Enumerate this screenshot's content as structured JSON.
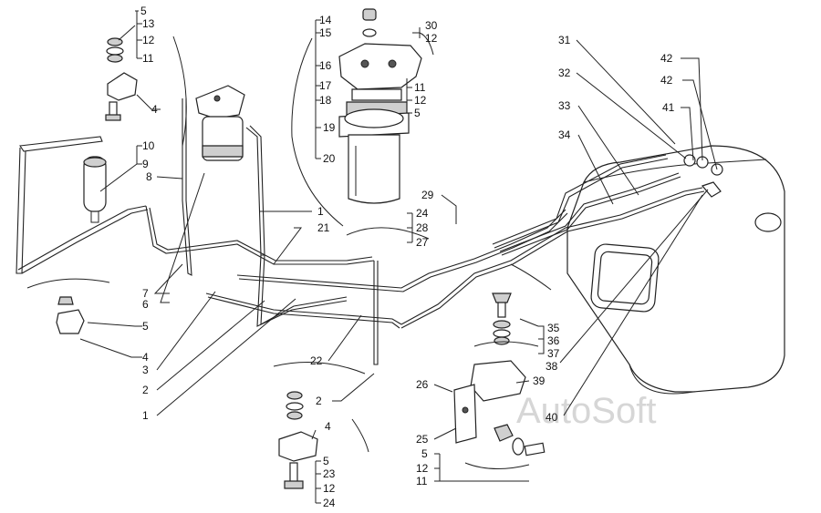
{
  "watermark": "AutoSoft",
  "labels": [
    {
      "id": "l5a",
      "text": "5"
    },
    {
      "id": "l13a",
      "text": "13"
    },
    {
      "id": "l12a",
      "text": "12"
    },
    {
      "id": "l11a",
      "text": "11"
    },
    {
      "id": "l4a",
      "text": "4"
    },
    {
      "id": "l10",
      "text": "10"
    },
    {
      "id": "l9",
      "text": "9"
    },
    {
      "id": "l8",
      "text": "8"
    },
    {
      "id": "l7",
      "text": "7"
    },
    {
      "id": "l6",
      "text": "6"
    },
    {
      "id": "l5b",
      "text": "5"
    },
    {
      "id": "l4b",
      "text": "4"
    },
    {
      "id": "l3",
      "text": "3"
    },
    {
      "id": "l2a",
      "text": "2"
    },
    {
      "id": "l1a",
      "text": "1"
    },
    {
      "id": "l14",
      "text": "14"
    },
    {
      "id": "l15",
      "text": "15"
    },
    {
      "id": "l16",
      "text": "16"
    },
    {
      "id": "l17",
      "text": "17"
    },
    {
      "id": "l18",
      "text": "18"
    },
    {
      "id": "l19",
      "text": "19"
    },
    {
      "id": "l20",
      "text": "20"
    },
    {
      "id": "l30",
      "text": "30"
    },
    {
      "id": "l12b",
      "text": "12"
    },
    {
      "id": "l11b",
      "text": "11"
    },
    {
      "id": "l12c",
      "text": "12"
    },
    {
      "id": "l5c",
      "text": "5"
    },
    {
      "id": "l1b",
      "text": "1"
    },
    {
      "id": "l21",
      "text": "21"
    },
    {
      "id": "l29",
      "text": "29"
    },
    {
      "id": "l24a",
      "text": "24"
    },
    {
      "id": "l28",
      "text": "28"
    },
    {
      "id": "l27",
      "text": "27"
    },
    {
      "id": "l22",
      "text": "22"
    },
    {
      "id": "l2b",
      "text": "2"
    },
    {
      "id": "l4c",
      "text": "4"
    },
    {
      "id": "l5d",
      "text": "5"
    },
    {
      "id": "l23",
      "text": "23"
    },
    {
      "id": "l12d",
      "text": "12"
    },
    {
      "id": "l24b",
      "text": "24"
    },
    {
      "id": "l31",
      "text": "31"
    },
    {
      "id": "l32",
      "text": "32"
    },
    {
      "id": "l33",
      "text": "33"
    },
    {
      "id": "l34",
      "text": "34"
    },
    {
      "id": "l42a",
      "text": "42"
    },
    {
      "id": "l42b",
      "text": "42"
    },
    {
      "id": "l41",
      "text": "41"
    },
    {
      "id": "l35",
      "text": "35"
    },
    {
      "id": "l36",
      "text": "36"
    },
    {
      "id": "l37",
      "text": "37"
    },
    {
      "id": "l38",
      "text": "38"
    },
    {
      "id": "l39",
      "text": "39"
    },
    {
      "id": "l40",
      "text": "40"
    },
    {
      "id": "l26",
      "text": "26"
    },
    {
      "id": "l25",
      "text": "25"
    },
    {
      "id": "l5e",
      "text": "5"
    },
    {
      "id": "l12e",
      "text": "12"
    },
    {
      "id": "l11c",
      "text": "11"
    }
  ]
}
